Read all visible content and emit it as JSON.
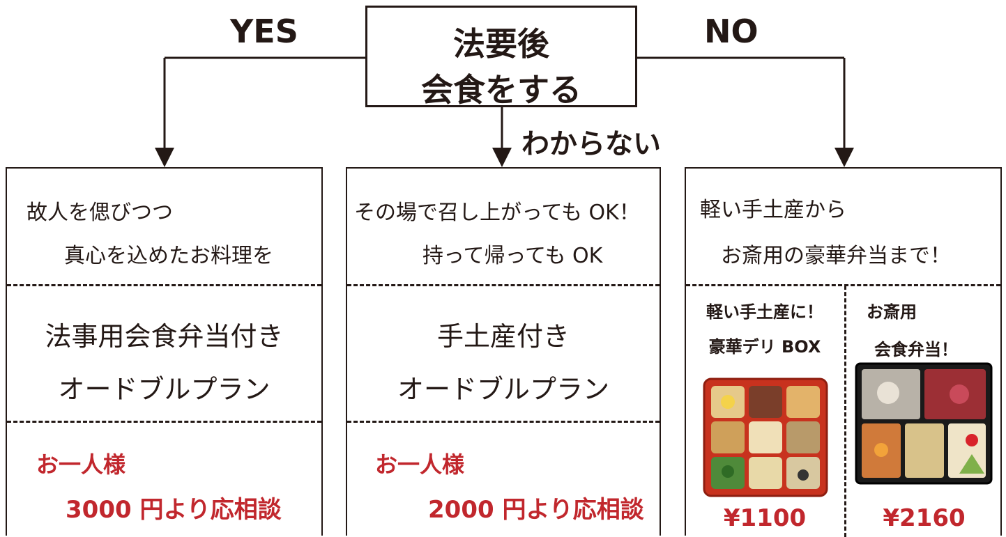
{
  "root": {
    "line1": "法要後",
    "line2": "会食をする"
  },
  "branches": {
    "yes": "YES",
    "no": "NO",
    "unknown": "わからない"
  },
  "left_card": {
    "intro_line1": "故人を偲びつつ",
    "intro_line2": "真心を込めたお料理を",
    "plan_line1": "法事用会食弁当付き",
    "plan_line2": "オードブルプラン",
    "price_line1": "お一人様",
    "price_line2": "3000 円より応相談"
  },
  "middle_card": {
    "intro_line1": "その場で召し上がっても OK！",
    "intro_line2": "持って帰っても OK",
    "plan_line1": "手土産付き",
    "plan_line2": "オードブルプラン",
    "price_line1": "お一人様",
    "price_line2": "2000 円より応相談"
  },
  "right_card": {
    "intro_line1": "軽い手土産から",
    "intro_line2": "お斎用の豪華弁当まで！",
    "option_a": {
      "title_line1": "軽い手土産に！",
      "title_line2": "豪華デリ BOX",
      "price": "¥1100"
    },
    "option_b": {
      "title_line1": "お斎用",
      "title_line2": "会食弁当！",
      "price": "¥2160"
    }
  },
  "colors": {
    "text": "#231815",
    "price_red": "#c1272d",
    "box_red": "#c8321e",
    "box_black": "#1a1a1a"
  }
}
